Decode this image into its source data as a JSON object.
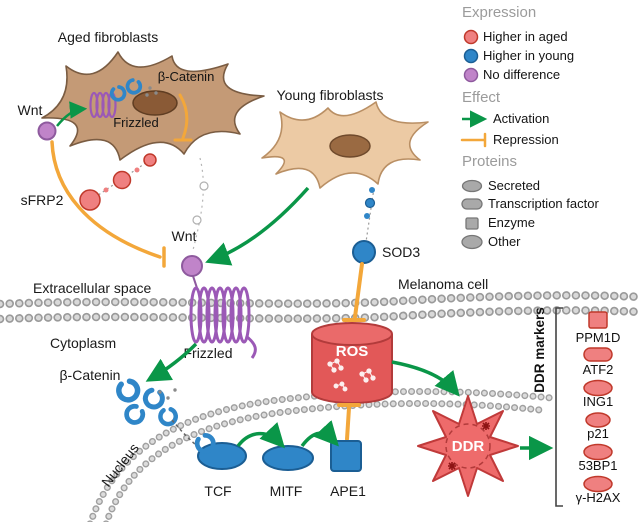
{
  "legend": {
    "expression": {
      "title": "Expression",
      "items": [
        {
          "label": "Higher in aged",
          "color": "#ef8080"
        },
        {
          "label": "Higher in young",
          "color": "#2f86c8"
        },
        {
          "label": "No difference",
          "color": "#c084c9"
        }
      ]
    },
    "effect": {
      "title": "Effect",
      "items": [
        {
          "label": "Activation",
          "color": "#0a9648"
        },
        {
          "label": "Repression",
          "color": "#f3a73a"
        }
      ]
    },
    "proteins": {
      "title": "Proteins",
      "items": [
        {
          "label": "Secreted",
          "shape": "ellipse"
        },
        {
          "label": "Transcription factor",
          "shape": "stadium"
        },
        {
          "label": "Enzyme",
          "shape": "square"
        },
        {
          "label": "Other",
          "shape": "ellipse"
        }
      ]
    }
  },
  "diagram": {
    "aged_fibroblasts": "Aged fibroblasts",
    "young_fibroblasts": "Young fibroblasts",
    "beta_catenin_aged": "β-Catenin",
    "frizzled_aged": "Frizzled",
    "wnt_aged": "Wnt",
    "sfrp2": "sFRP2",
    "wnt": "Wnt",
    "sod3": "SOD3",
    "extracellular_space": "Extracellular space",
    "melanoma_cell": "Melanoma cell",
    "cytoplasm": "Cytoplasm",
    "frizzled": "Frizzled",
    "beta_catenin": "β-Catenin",
    "ros": "ROS",
    "nucleus": "Nucleus",
    "tcf": "TCF",
    "mitf": "MITF",
    "ape1": "APE1",
    "ddr": "DDR",
    "ddr_markers_title": "DDR markers"
  },
  "ddr_markers": [
    {
      "name": "PPM1D",
      "shape": "square"
    },
    {
      "name": "ATF2",
      "shape": "stadium"
    },
    {
      "name": "ING1",
      "shape": "ellipse"
    },
    {
      "name": "p21",
      "shape": "ellipse"
    },
    {
      "name": "53BP1",
      "shape": "ellipse"
    },
    {
      "name": "γ-H2AX",
      "shape": "ellipse"
    }
  ],
  "colors": {
    "higher_in_aged": "#ef8080",
    "higher_in_young": "#2f86c8",
    "no_difference": "#c084c9",
    "activation": "#0a9648",
    "repression": "#f3a73a",
    "ros_fill": "#e25858",
    "ddr_fill": "#ee6b6b",
    "aged_cell": "#c49a76",
    "young_cell": "#eccaa4",
    "membrane": "#9a9a9a"
  }
}
